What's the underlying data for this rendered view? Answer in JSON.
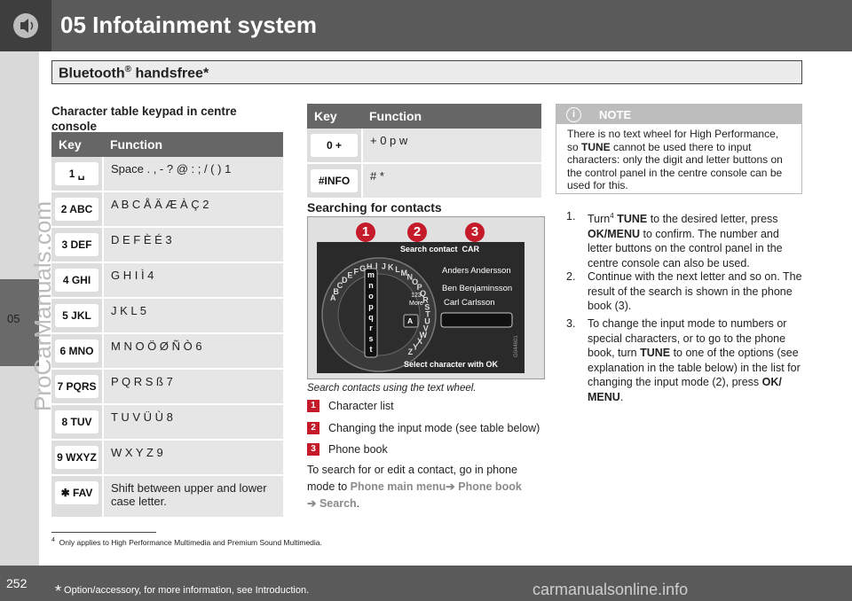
{
  "header": {
    "chapter_title": "05 Infotainment system"
  },
  "section": {
    "title": "Bluetooth",
    "reg": "®",
    "title_rest": " handsfree*"
  },
  "sidebar": {
    "chapter": "05"
  },
  "watermarks": {
    "vertical": "ProCarManuals.com",
    "bottom": "carmanualsonline.info"
  },
  "col1": {
    "heading": "Character table keypad in centre console",
    "table": {
      "headers": [
        "Key",
        "Function"
      ],
      "rows": [
        {
          "key": "1 ␣",
          "function": "Space . , - ? @ : ; / ( ) 1"
        },
        {
          "key": "2 ABC",
          "function": "A B C Å Ä Æ À Ç 2"
        },
        {
          "key": "3 DEF",
          "function": "D E F È É 3"
        },
        {
          "key": "4 GHI",
          "function": "G H I Ì 4"
        },
        {
          "key": "5 JKL",
          "function": "J K L 5"
        },
        {
          "key": "6 MNO",
          "function": "M N O Ö Ø Ñ Ò 6"
        },
        {
          "key": "7 PQRS",
          "function": "P Q R S ß 7"
        },
        {
          "key": "8 TUV",
          "function": "T U V Ü Ù 8"
        },
        {
          "key": "9 WXYZ",
          "function": "W X Y Z 9"
        },
        {
          "key": "✱ FAV",
          "function": "Shift between upper and lower case letter."
        }
      ]
    }
  },
  "col2": {
    "table": {
      "headers": [
        "Key",
        "Function"
      ],
      "rows": [
        {
          "key": "0 +",
          "function": "+ 0 p w"
        },
        {
          "key": "#INFO",
          "function": "# *"
        }
      ]
    },
    "heading": "Searching for contacts",
    "figure": {
      "badges": [
        "1",
        "2",
        "3"
      ],
      "search_label": "Search contact",
      "search_value": "CAR",
      "contacts": [
        "Anders Andersson",
        "Ben Benjaminsson",
        "Carl Carlsson"
      ],
      "more_number": "123",
      "more_label": "More",
      "select_label": "Select character with OK",
      "code": "G044601",
      "wheel_letters": [
        "A",
        "B",
        "C",
        "D",
        "E",
        "F",
        "G",
        "H",
        "I",
        "J",
        "K",
        "L",
        "M",
        "N",
        "O",
        "P",
        "Q",
        "R",
        "S",
        "T",
        "U",
        "V",
        "W",
        "X",
        "Y",
        "Z"
      ],
      "column_letters": [
        "m",
        "n",
        "o",
        "p",
        "q",
        "r",
        "s",
        "t"
      ],
      "corner_letter": "A"
    },
    "caption": "Search contacts using the text wheel.",
    "legend": [
      {
        "num": "1",
        "text": "Character list"
      },
      {
        "num": "2",
        "text": "Changing the input mode (see table below)"
      },
      {
        "num": "3",
        "text": "Phone book"
      }
    ],
    "body_pre": "To search for or edit a contact, go in phone mode to ",
    "path_1": "Phone main menu",
    "path_2": "Phone book",
    "path_3": "Search",
    "arrow": "➔",
    "body_end": "."
  },
  "col3": {
    "note": {
      "icon": "i",
      "title": "NOTE",
      "pre": "There is no text wheel for High Performance, so ",
      "bold": "TUNE",
      "post": " cannot be used there to input characters: only the digit and letter buttons on the control panel in the centre console can be used for this."
    },
    "steps": [
      {
        "num": "1.",
        "a": "Turn",
        "sup": "4",
        "b": " ",
        "c": "TUNE",
        "d": " to the desired letter, press ",
        "e": "OK/MENU",
        "f": " to confirm. The number and letter buttons on the control panel in the centre console can also be used."
      },
      {
        "num": "2.",
        "text": "Continue with the next letter and so on. The result of the search is shown in the phone book (3)."
      },
      {
        "num": "3.",
        "a": "To change the input mode to numbers or special characters, or to go to the phone book, turn ",
        "b": "TUNE",
        "c": " to one of the options (see explanation in the table below) in the list for changing the input mode (2), press ",
        "d": "OK/ MENU",
        "e": "."
      }
    ]
  },
  "footnote": {
    "num": "4",
    "text": "Only applies to High Performance Multimedia and Premium Sound Multimedia."
  },
  "footer": {
    "page": "252",
    "star": "*",
    "text": "Option/accessory, for more information, see Introduction."
  }
}
